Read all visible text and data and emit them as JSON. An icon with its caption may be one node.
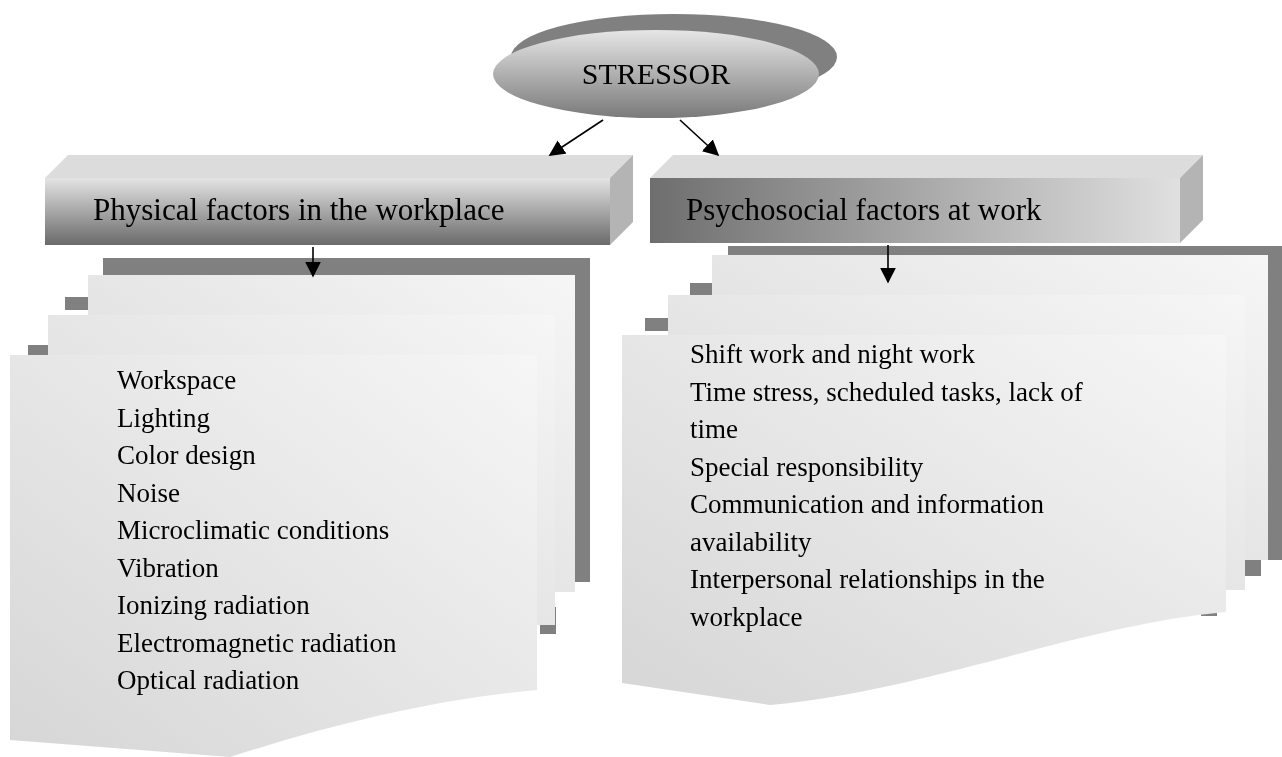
{
  "diagram": {
    "nodes": [
      {
        "text": [
          "STRESSOR"
        ]
      },
      {
        "text": [
          "Physical factors in the workplace"
        ]
      },
      {
        "text": [
          "Psychosocial factors at work"
        ]
      },
      {
        "text": [
          "Workspace",
          "Lighting",
          "Color design",
          "Noise",
          "Microclimatic conditions",
          "Vibration",
          "Ionizing radiation",
          "Electromagnetic radiation",
          "Optical radiation"
        ]
      },
      {
        "text": [
          "Shift work and night work",
          "Time stress, scheduled tasks, lack of time",
          "Special responsibility",
          "Communication and information availability",
          "Interpersonal relationships in the workplace"
        ]
      }
    ],
    "edges": [
      {
        "from": 0,
        "to": 1,
        "arrow": "to"
      },
      {
        "from": 0,
        "to": 2,
        "arrow": "to"
      },
      {
        "from": 1,
        "to": 3,
        "arrow": "to"
      },
      {
        "from": 2,
        "to": 4,
        "arrow": "to"
      }
    ]
  }
}
